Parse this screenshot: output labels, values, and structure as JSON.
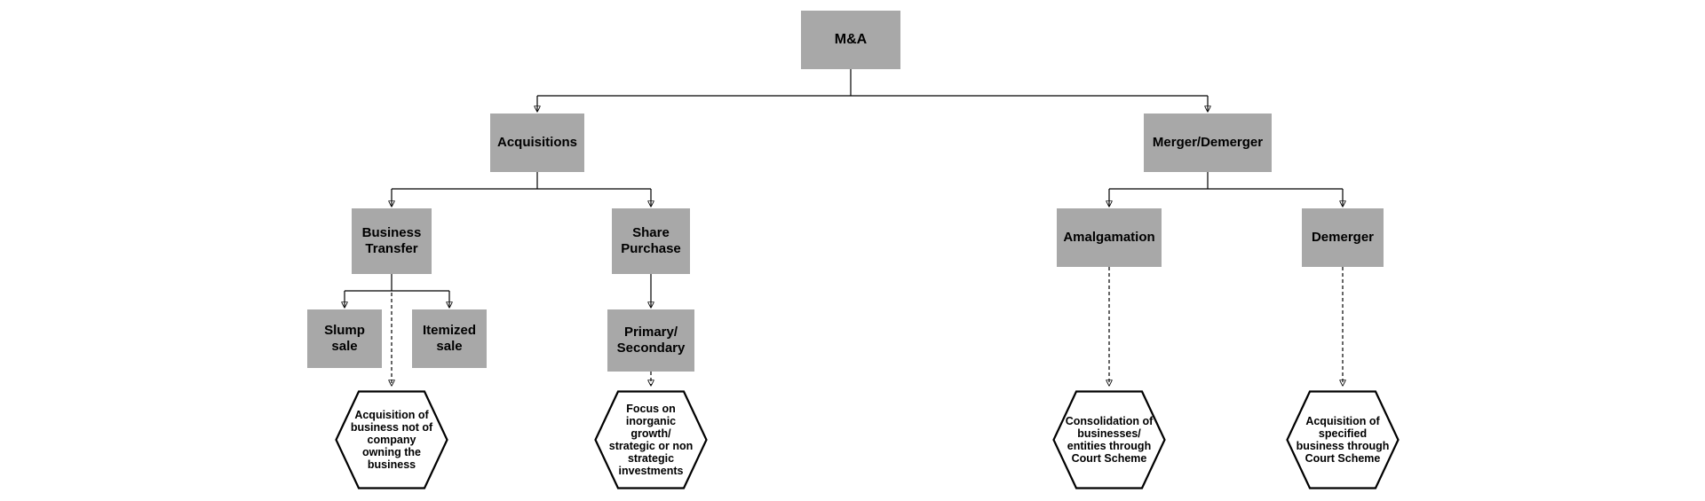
{
  "diagram": {
    "title": "M&A structure flowchart",
    "colors": {
      "node_fill": "#a8a8a8",
      "node_text": "#000000",
      "line": "#000000",
      "callout_fill": "#ffffff",
      "callout_border": "#000000"
    },
    "nodes": {
      "root": {
        "label": "M&A"
      },
      "acquisitions": {
        "label": "Acquisitions"
      },
      "merger_demerger": {
        "label": "Merger/Demerger"
      },
      "business_transfer": {
        "label": "Business\nTransfer"
      },
      "share_purchase": {
        "label": "Share\nPurchase"
      },
      "slump_sale": {
        "label": "Slump\nsale"
      },
      "itemized_sale": {
        "label": "Itemized\nsale"
      },
      "primary_secondary": {
        "label": "Primary/\nSecondary"
      },
      "amalgamation": {
        "label": "Amalgamation"
      },
      "demerger": {
        "label": "Demerger"
      }
    },
    "callouts": {
      "business_transfer_note": {
        "label": "Acquisition of\nbusiness not of\ncompany\nowning the\nbusiness"
      },
      "share_purchase_note": {
        "label": "Focus on\ninorganic\ngrowth/\nstrategic or non\nstrategic\ninvestments"
      },
      "amalgamation_note": {
        "label": "Consolidation of\nbusinesses/\nentities through\nCourt Scheme"
      },
      "demerger_note": {
        "label": "Acquisition of\nspecified\nbusiness through\nCourt Scheme"
      }
    },
    "edges": [
      {
        "from": "root",
        "to": "acquisitions",
        "style": "solid"
      },
      {
        "from": "root",
        "to": "merger_demerger",
        "style": "solid"
      },
      {
        "from": "acquisitions",
        "to": "business_transfer",
        "style": "solid"
      },
      {
        "from": "acquisitions",
        "to": "share_purchase",
        "style": "solid"
      },
      {
        "from": "business_transfer",
        "to": "slump_sale",
        "style": "solid"
      },
      {
        "from": "business_transfer",
        "to": "itemized_sale",
        "style": "solid"
      },
      {
        "from": "share_purchase",
        "to": "primary_secondary",
        "style": "solid"
      },
      {
        "from": "merger_demerger",
        "to": "amalgamation",
        "style": "solid"
      },
      {
        "from": "merger_demerger",
        "to": "demerger",
        "style": "solid"
      },
      {
        "from": "business_transfer",
        "to": "business_transfer_note",
        "style": "dashed"
      },
      {
        "from": "primary_secondary",
        "to": "share_purchase_note",
        "style": "dashed"
      },
      {
        "from": "amalgamation",
        "to": "amalgamation_note",
        "style": "dashed"
      },
      {
        "from": "demerger",
        "to": "demerger_note",
        "style": "dashed"
      }
    ]
  }
}
